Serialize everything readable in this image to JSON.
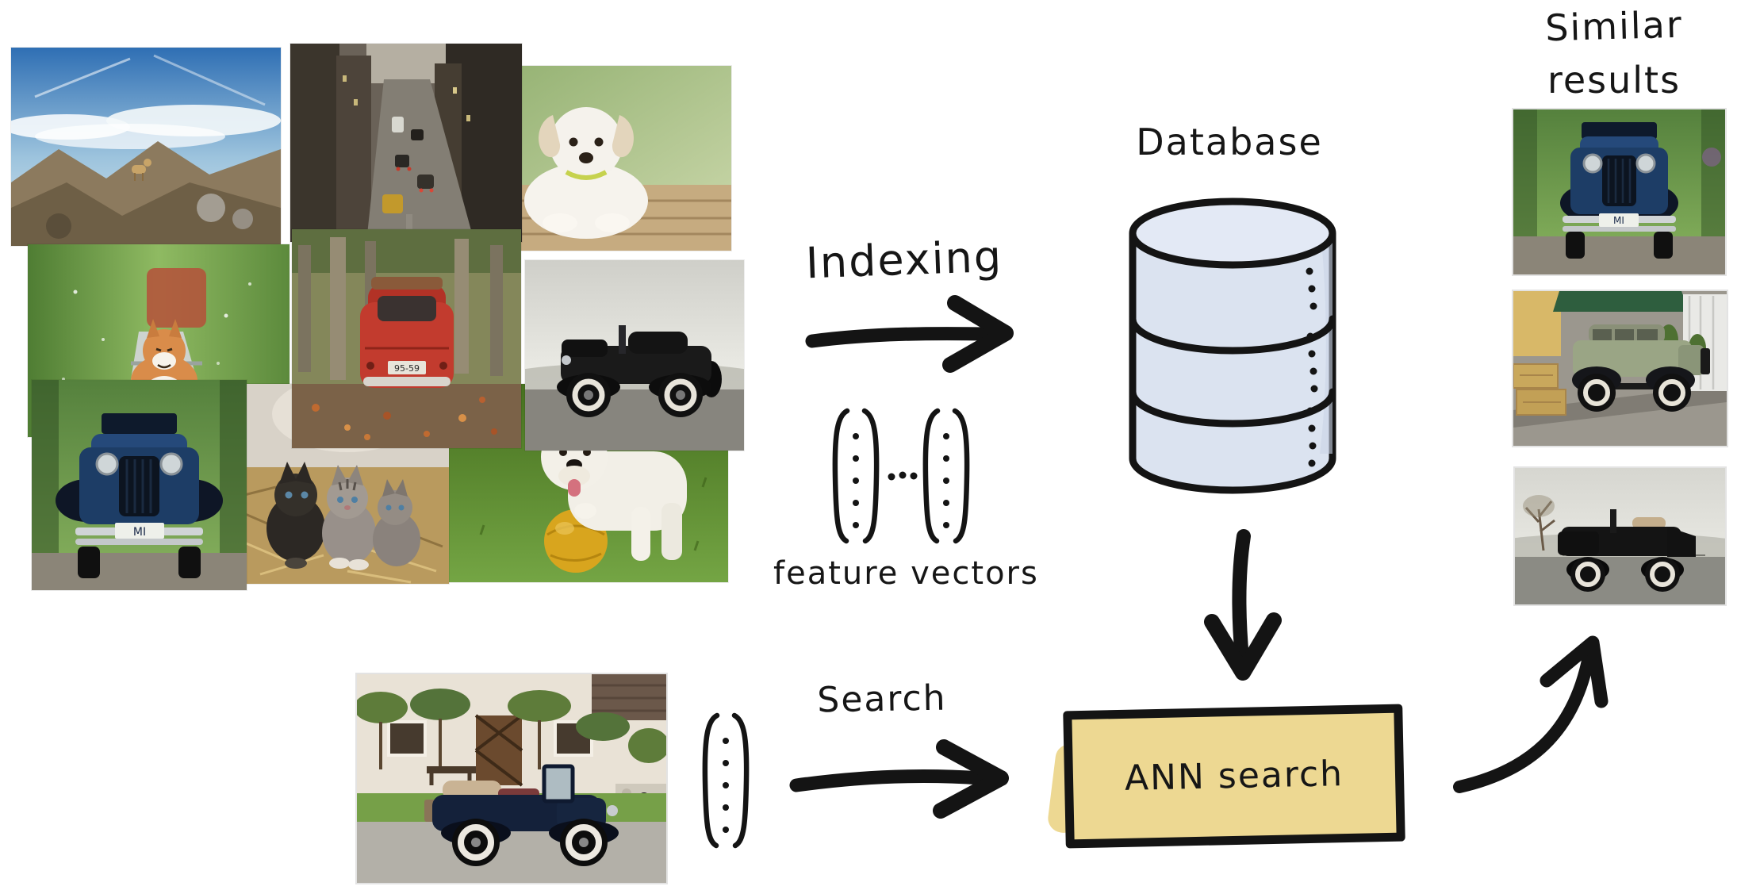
{
  "pipeline": {
    "indexing_label": "Indexing",
    "feature_vectors_label": "feature vectors",
    "database_label": "Database",
    "search_label": "Search",
    "ann_search_label": "ANN search",
    "similar_results_line1": "Similar",
    "similar_results_line2": "results"
  },
  "colors": {
    "ink": "#161616",
    "database_fill": "#dbe3f0",
    "database_top_fill": "#e3e9f5",
    "ann_box_fill": "#edd892"
  },
  "collage": {
    "images": [
      {
        "id": "mountain-landscape",
        "desc": "mountain landscape with goat under blue sky and clouds"
      },
      {
        "id": "city-traffic",
        "desc": "rainy city street with car traffic between tall buildings"
      },
      {
        "id": "white-puppy",
        "desc": "white puppy lying on a wooden boardwalk with green background"
      },
      {
        "id": "corgi-dog",
        "desc": "corgi dog standing on a railway track among green foliage"
      },
      {
        "id": "red-vintage-car",
        "desc": "red vintage car from behind on a leaf-covered forest road",
        "license_plate": "95-59"
      },
      {
        "id": "black-vintage-car",
        "desc": "black vintage convertible car on a road with hazy hills"
      },
      {
        "id": "blue-vintage-car",
        "desc": "blue vintage car front view among green trees",
        "license_plate": "MI"
      },
      {
        "id": "kittens",
        "desc": "gray tabby and black kittens walking on straw"
      },
      {
        "id": "bulldog-with-ball",
        "desc": "white bulldog with paw on a yellow ball in grass"
      }
    ]
  },
  "query": {
    "image_desc": "black vintage convertible parked in front of a country house",
    "vector_desc": "query feature vector"
  },
  "results": {
    "images": [
      {
        "id": "result-blue-car",
        "desc": "blue vintage car front view among green trees",
        "license_plate": "MI"
      },
      {
        "id": "result-green-sedan",
        "desc": "sage green vintage sedan near tents and hay bales"
      },
      {
        "id": "result-black-roadster",
        "desc": "black vintage roadster on a road in a hazy landscape"
      }
    ]
  }
}
